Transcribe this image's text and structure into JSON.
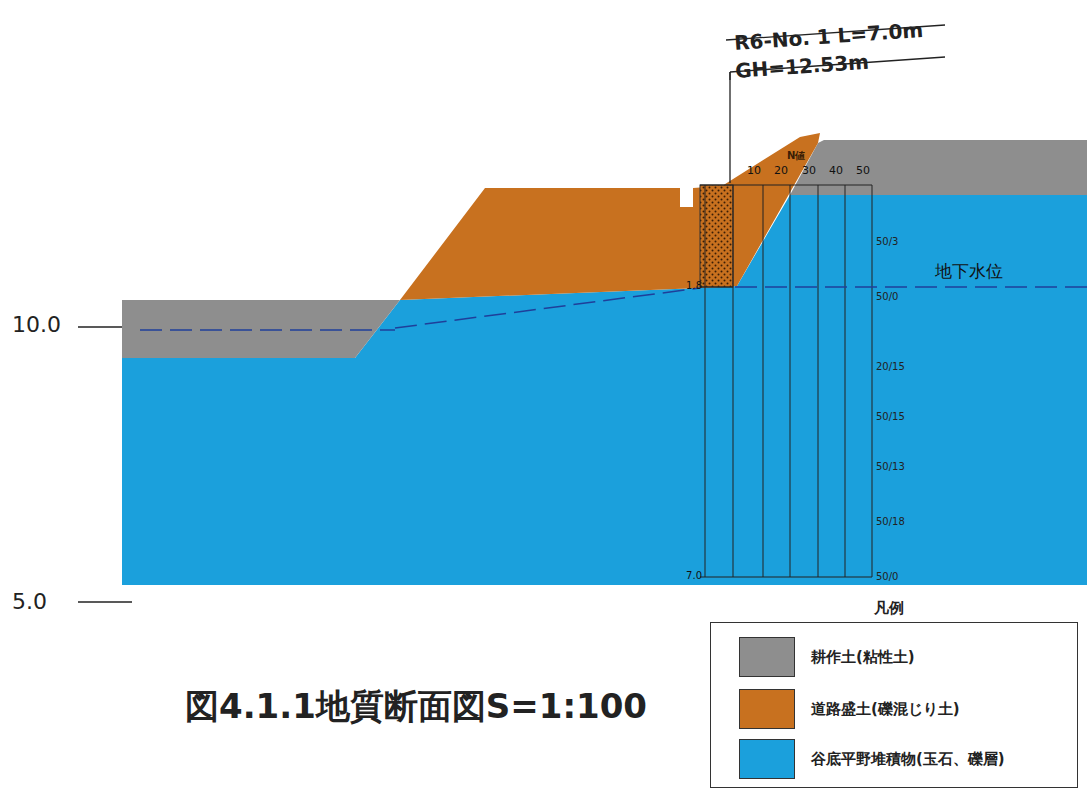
{
  "diagram": {
    "caption": "図4.1.1地質断面図S=1:100",
    "labels": [
      "10.0",
      "5.0",
      "R6-No. 1 L=7.0m",
      "GH=12.53m",
      "N値",
      "10",
      "20",
      "30",
      "40",
      "50",
      "1.8",
      "7.0",
      "50/3",
      "50/0",
      "20/15",
      "50/15",
      "50/13",
      "50/18",
      "50/0",
      "地下水位",
      "凡例"
    ],
    "legend": [
      {
        "text": "耕作土(粘性土)",
        "color": "#8e8e8e"
      },
      {
        "text": "道路盛土(礫混じり土)",
        "color": "#c8711f"
      },
      {
        "text": "谷底平野堆積物(玉石、礫層)",
        "color": "#1ba0dc"
      }
    ]
  }
}
